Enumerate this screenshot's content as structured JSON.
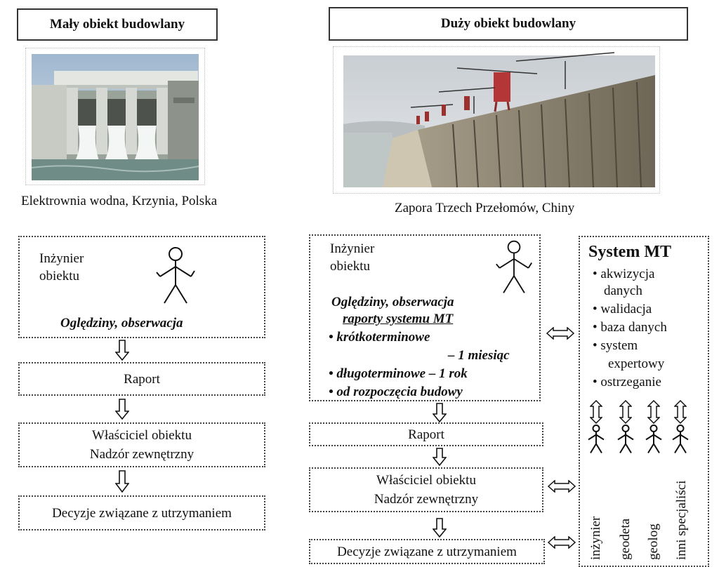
{
  "left": {
    "header": "Mały obiekt budowlany",
    "photo_caption": "Elektrownia wodna,  Krzynia, Polska",
    "engineer_box": {
      "title_line1": "Inżynier",
      "title_line2": "obiektu",
      "activity": "Oględziny, obserwacja"
    },
    "report": "Raport",
    "owner_line1": "Właściciel obiektu",
    "owner_line2": "Nadzór zewnętrzny",
    "decisions": "Decyzje związane z utrzymaniem"
  },
  "right": {
    "header": "Duży obiekt budowlany",
    "photo_caption": "Zapora Trzech Przełomów, Chiny",
    "engineer_box": {
      "title_line1": "Inżynier",
      "title_line2": "obiektu",
      "activity": "Oględziny, obserwacja",
      "reports_heading": "raporty systemu MT",
      "item1": "• krótkoterminowe",
      "item1_cont": "– 1 miesiąc",
      "item2": "• długoterminowe – 1 rok",
      "item3": "• od rozpoczęcia budowy"
    },
    "report": "Raport",
    "owner_line1": "Właściciel obiektu",
    "owner_line2": "Nadzór zewnętrzny",
    "decisions": "Decyzje związane z utrzymaniem"
  },
  "system": {
    "title": "System MT",
    "items": [
      "• akwizycja",
      "danych",
      "• walidacja",
      "• baza danych",
      "• system",
      "expertowy",
      "• ostrzeganie"
    ],
    "specialists": [
      "inżynier",
      "geodeta",
      "geolog",
      "inni specjaliści"
    ]
  }
}
